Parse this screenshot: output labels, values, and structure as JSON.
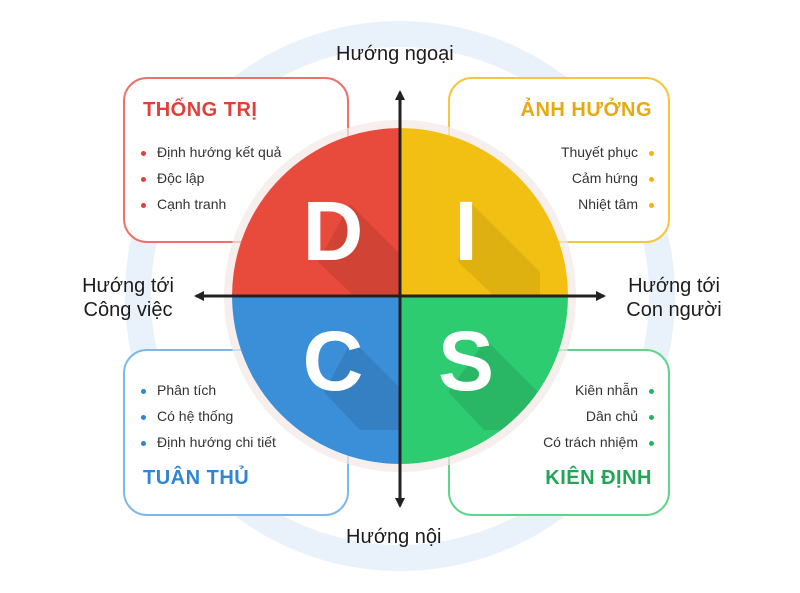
{
  "colors": {
    "d": "#e84b3c",
    "i": "#f2c012",
    "c": "#3b8fd8",
    "s": "#2ecc71",
    "ring": "#eaf3fb",
    "axis": "#222222"
  },
  "quadrants": {
    "d": {
      "letter": "D",
      "title": "THỐNG TRỊ",
      "items": [
        "Định hướng kết quả",
        "Độc lập",
        "Cạnh tranh"
      ]
    },
    "i": {
      "letter": "I",
      "title": "ẢNH HƯỞNG",
      "items": [
        "Thuyết phục",
        "Cảm hứng",
        "Nhiệt tâm"
      ]
    },
    "c": {
      "letter": "C",
      "title": "TUÂN THỦ",
      "items": [
        "Phân tích",
        "Có hệ thống",
        "Định hướng chi tiết"
      ]
    },
    "s": {
      "letter": "S",
      "title": "KIÊN ĐỊNH",
      "items": [
        "Kiên nhẫn",
        "Dân chủ",
        "Có trách nhiệm"
      ]
    }
  },
  "axes": {
    "top": "Hướng ngoại",
    "bottom": "Hướng nội",
    "left": [
      "Hướng tới",
      "Công việc"
    ],
    "right": [
      "Hướng tới",
      "Con người"
    ]
  }
}
